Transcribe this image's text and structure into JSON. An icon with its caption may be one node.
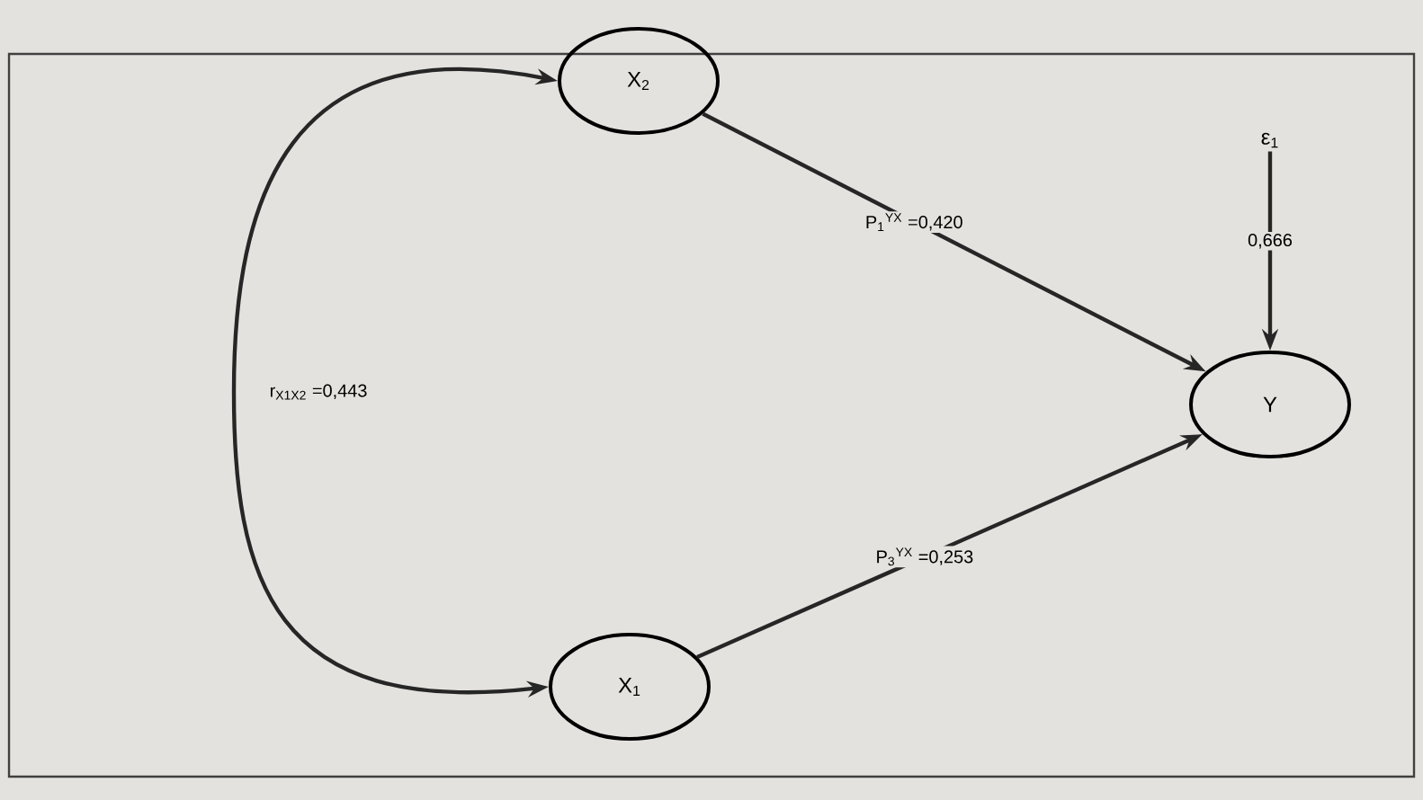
{
  "diagram": {
    "nodes": [
      {
        "text": [
          "X$_{2}$"
        ]
      },
      {
        "text": [
          "X$_{1}$"
        ]
      },
      {
        "text": [
          "Y"
        ]
      },
      {
        "text": [
          "ε$_{1}$"
        ]
      }
    ],
    "edges": [
      {
        "from": 1,
        "to": 0,
        "arrow": "both",
        "label": "r$_{X1X2}$ =0,443"
      },
      {
        "from": 0,
        "to": 2,
        "arrow": "to",
        "label": "P$_{1}$$^{YX}$ =0,420"
      },
      {
        "from": 1,
        "to": 2,
        "arrow": "to",
        "label": "P$_{3}$$^{YX}$ =0,253"
      },
      {
        "from": 3,
        "to": 2,
        "arrow": "to",
        "label": "0,666"
      }
    ]
  }
}
